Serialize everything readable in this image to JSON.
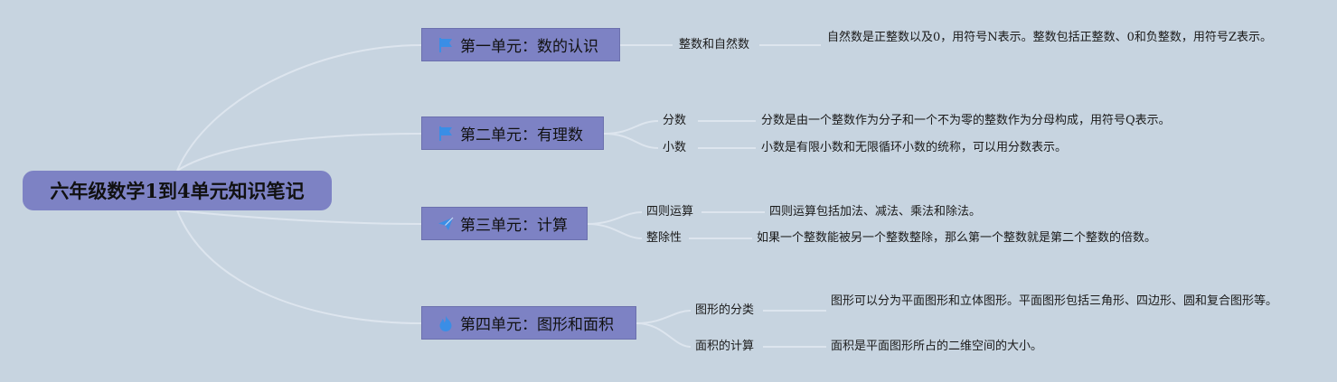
{
  "title": "六年级数学1到4单元知识笔记",
  "units": [
    {
      "label": "第一单元：数的认识",
      "icon": "flag-icon",
      "topics": [
        {
          "label": "整数和自然数",
          "text": "自然数是正整数以及0，用符号N表示。整数包括正整数、0和负整数，用符号Z表示。"
        }
      ]
    },
    {
      "label": "第二单元：有理数",
      "icon": "flag-icon",
      "topics": [
        {
          "label": "分数",
          "text": "分数是由一个整数作为分子和一个不为零的整数作为分母构成，用符号Q表示。"
        },
        {
          "label": "小数",
          "text": "小数是有限小数和无限循环小数的统称，可以用分数表示。"
        }
      ]
    },
    {
      "label": "第三单元：计算",
      "icon": "paper-plane-icon",
      "topics": [
        {
          "label": "四则运算",
          "text": "四则运算包括加法、减法、乘法和除法。"
        },
        {
          "label": "整除性",
          "text": "如果一个整数能被另一个整数整除，那么第一个整数就是第二个整数的倍数。"
        }
      ]
    },
    {
      "label": "第四单元：图形和面积",
      "icon": "fire-icon",
      "topics": [
        {
          "label": "图形的分类",
          "text": "图形可以分为平面图形和立体图形。平面图形包括三角形、四边形、圆和复合图形等。"
        },
        {
          "label": "面积的计算",
          "text": "面积是平面图形所占的二维空间的大小。"
        }
      ]
    }
  ],
  "colors": {
    "background": "#c7d4e0",
    "node_fill": "#7d82c4",
    "icon_blue": "#3a8ee6",
    "connector": "#dde5ee"
  }
}
